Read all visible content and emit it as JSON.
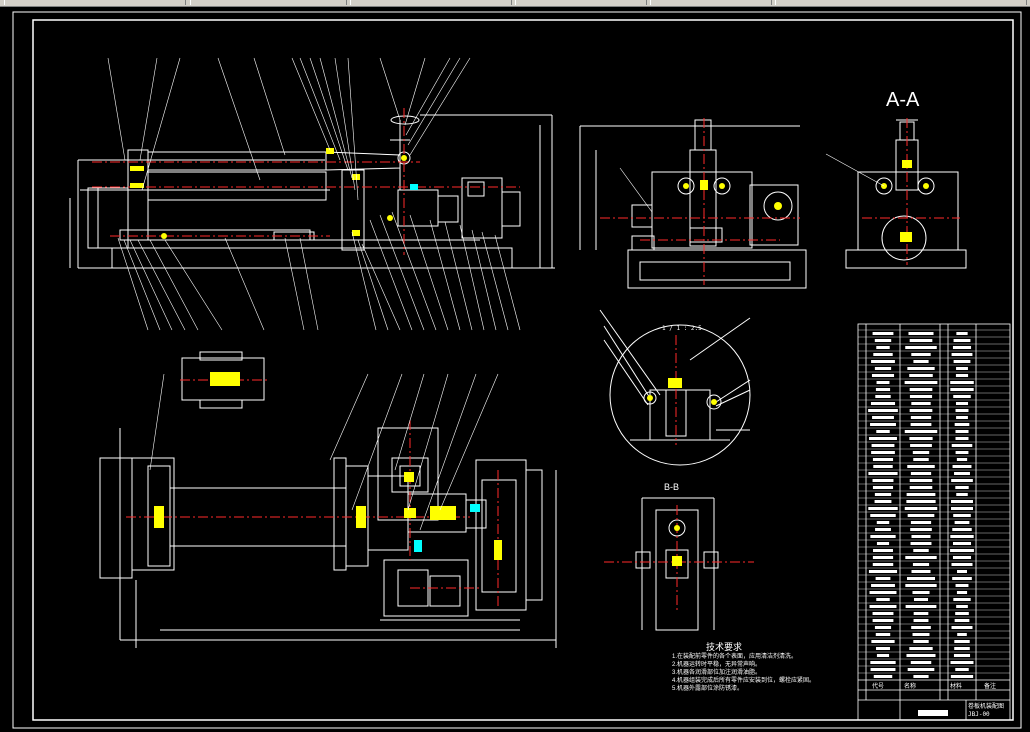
{
  "window": {
    "toolbar_tabs": 6
  },
  "drawing": {
    "background": "#000000",
    "line_color": "#ffffff",
    "center_line_color": "#ff2a2a",
    "accent_yellow": "#ffff00",
    "accent_cyan": "#00ffff"
  },
  "views": {
    "section_a_label": "A-A",
    "section_b_label": "B-B",
    "detail_scale": "1 / 1 : 2.5"
  },
  "notes": {
    "heading": "技术要求",
    "lines": [
      "1.在装配前零件的各个表面，应用清洁剂清洗。",
      "2.机器运转时平稳，无异常声响。",
      "3.机器各润滑部位加注润滑油脂。",
      "4.机器组装完成后所有零件应安装到位，螺栓应紧固。",
      "5.机器外露部位涂防锈漆。"
    ]
  },
  "title_block": {
    "col_headers": [
      "代号",
      "名称",
      "材料",
      "备注"
    ],
    "drawing_title": "卷板机装配图",
    "drawing_no": "JBJ-00"
  }
}
